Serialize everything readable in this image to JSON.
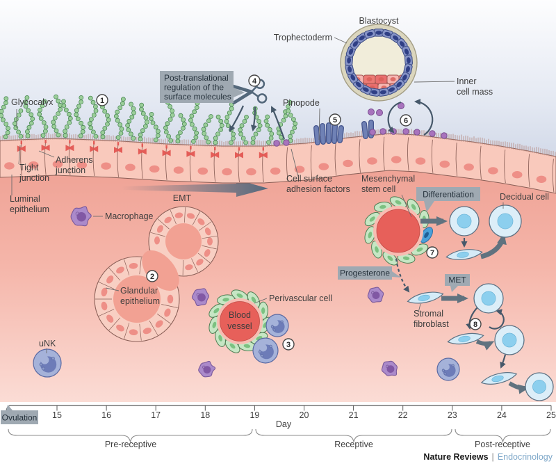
{
  "figure": {
    "labels": {
      "glycocalyx": "Glycocalyx",
      "tight_junction": [
        "Tight",
        "junction"
      ],
      "adherens_junction": [
        "Adherens",
        "junction"
      ],
      "luminal_epithelium": [
        "Luminal",
        "epithelium"
      ],
      "macrophage": "Macrophage",
      "emt": "EMT",
      "glandular_epithelium": [
        "Glandular",
        "epithelium"
      ],
      "unk": "uNK",
      "blood_vessel": [
        "Blood",
        "vessel"
      ],
      "perivascular_cell": "Perivascular cell",
      "pinopode": "Pinopode",
      "blastocyst": "Blastocyst",
      "trophectoderm": "Trophectoderm",
      "inner_cell_mass": [
        "Inner",
        "cell mass"
      ],
      "cell_surface_adhesion_factors": [
        "Cell surface",
        "adhesion factors"
      ],
      "mesenchymal_stem_cell": [
        "Mesenchymal",
        "stem cell"
      ],
      "decidual_cell": "Decidual cell",
      "stromal_fibroblast": [
        "Stromal",
        "fibroblast"
      ]
    },
    "callouts": {
      "post_translational": [
        "Post-translational",
        "regulation of the",
        "surface molecules"
      ],
      "differentiation": "Differentiation",
      "progesterone": "Progesterone",
      "met": "MET",
      "ovulation": "Ovulation"
    },
    "steps": [
      "1",
      "2",
      "3",
      "4",
      "5",
      "6",
      "7",
      "8"
    ],
    "timeline": {
      "days": [
        "15",
        "16",
        "17",
        "18",
        "19",
        "20",
        "21",
        "22",
        "23",
        "24",
        "25"
      ],
      "axis_label": "Day",
      "phases": [
        "Pre-receptive",
        "Receptive",
        "Post-receptive"
      ]
    },
    "footer": {
      "brand": "Nature Reviews",
      "separator": "|",
      "journal": "Endocrinology"
    },
    "colors": {
      "callout_box": "#9fa9b2",
      "arrow": "#46586a",
      "thick_arrow": "#60727f",
      "glycocalyx_green": "#9bce9a",
      "epithelium_fill": "#f9c9bc",
      "stroma_top": "#ed9b8e",
      "stroma_bottom": "#fbdcd5",
      "pinopode_blue": "#6f81b5",
      "adhesion_dot_purple": "#a873bd",
      "trophectoderm_blue": "#8794c7",
      "vessel_red": "#e7605a",
      "perivascular_green": "#c6e6c4",
      "decidual_blue": "#dceef8",
      "macrophage_purple": "#ab8aca",
      "unk_blue": "#a5b2d9",
      "journal_blue": "#7fa8c9"
    }
  }
}
